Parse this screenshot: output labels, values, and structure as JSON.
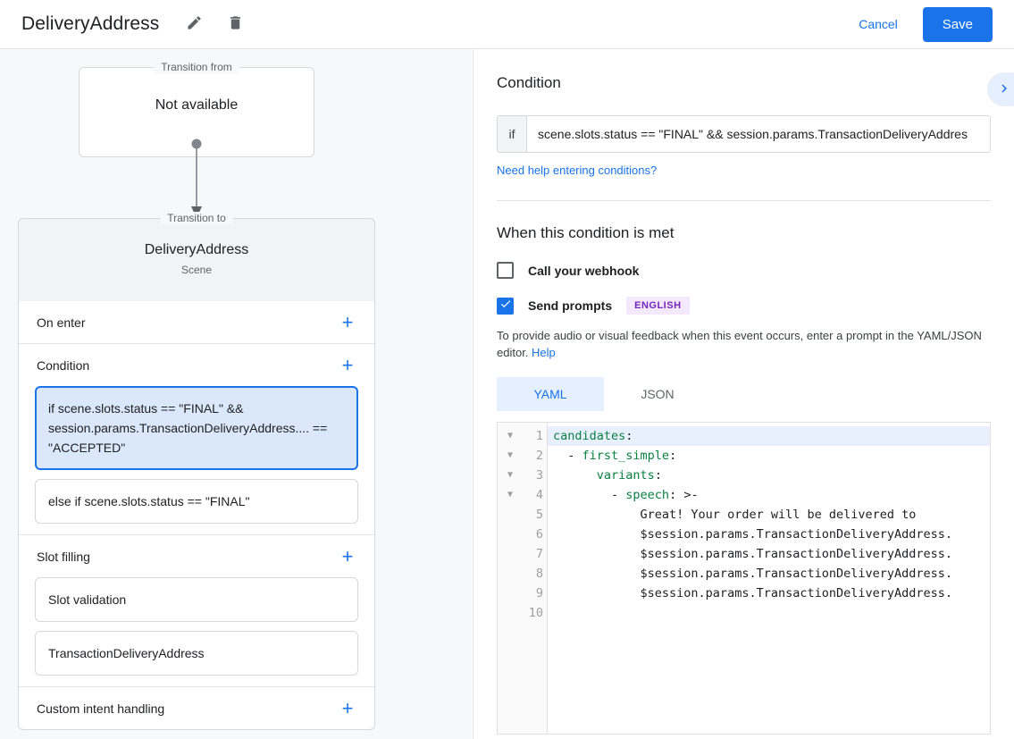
{
  "header": {
    "title": "DeliveryAddress",
    "edit_icon": "pencil-icon",
    "delete_icon": "trash-icon",
    "cancel_label": "Cancel",
    "save_label": "Save"
  },
  "left_panel": {
    "transition_from": {
      "legend": "Transition from",
      "value": "Not available"
    },
    "transition_to": {
      "legend": "Transition to",
      "name": "DeliveryAddress",
      "type": "Scene"
    },
    "sections": [
      {
        "title": "On enter",
        "add_label": "+",
        "items": []
      },
      {
        "title": "Condition",
        "add_label": "+",
        "items": [
          {
            "text": "if scene.slots.status == \"FINAL\" && session.params.TransactionDeliveryAddress.... == \"ACCEPTED\"",
            "selected": true
          },
          {
            "text": "else if scene.slots.status == \"FINAL\"",
            "selected": false
          }
        ]
      },
      {
        "title": "Slot filling",
        "add_label": "+",
        "items": [
          {
            "text": "Slot validation",
            "selected": false
          },
          {
            "text": "TransactionDeliveryAddress",
            "selected": false
          }
        ]
      },
      {
        "title": "Custom intent handling",
        "add_label": "+",
        "items": []
      }
    ]
  },
  "right_panel": {
    "condition": {
      "title": "Condition",
      "expand_icon": "chevron-right-icon",
      "if_label": "if",
      "input_value": "scene.slots.status == \"FINAL\" && session.params.TransactionDeliveryAddres",
      "help_link": "Need help entering conditions?"
    },
    "when_met": {
      "title": "When this condition is met",
      "webhook": {
        "label": "Call your webhook",
        "checked": false
      },
      "send_prompts": {
        "label": "Send prompts",
        "checked": true,
        "badge": "ENGLISH"
      },
      "helper_text": "To provide audio or visual feedback when this event occurs, enter a prompt in the YAML/JSON editor.",
      "helper_link": "Help"
    },
    "editor": {
      "tabs": [
        {
          "label": "YAML",
          "active": true
        },
        {
          "label": "JSON",
          "active": false
        }
      ],
      "lines": [
        {
          "num": "1",
          "fold": true,
          "highlight": true,
          "text": "candidates:"
        },
        {
          "num": "2",
          "fold": true,
          "highlight": false,
          "text": "  - first_simple:"
        },
        {
          "num": "3",
          "fold": true,
          "highlight": false,
          "text": "      variants:"
        },
        {
          "num": "4",
          "fold": true,
          "highlight": false,
          "text": "        - speech: >-"
        },
        {
          "num": "5",
          "fold": false,
          "highlight": false,
          "text": "            Great! Your order will be delivered to"
        },
        {
          "num": "6",
          "fold": false,
          "highlight": false,
          "text": "            $session.params.TransactionDeliveryAddress."
        },
        {
          "num": "7",
          "fold": false,
          "highlight": false,
          "text": "            $session.params.TransactionDeliveryAddress."
        },
        {
          "num": "8",
          "fold": false,
          "highlight": false,
          "text": "            $session.params.TransactionDeliveryAddress."
        },
        {
          "num": "9",
          "fold": false,
          "highlight": false,
          "text": "            $session.params.TransactionDeliveryAddress."
        },
        {
          "num": "10",
          "fold": false,
          "highlight": false,
          "text": ""
        }
      ]
    }
  },
  "colors": {
    "accent": "#1a73e8",
    "accent_light": "#e5effd",
    "selected_bg": "#dbe8fb",
    "badge_bg": "#f3e8fd",
    "badge_fg": "#7627bb",
    "yaml_key": "#0b8043",
    "panel_bg": "#f7f8fa"
  }
}
